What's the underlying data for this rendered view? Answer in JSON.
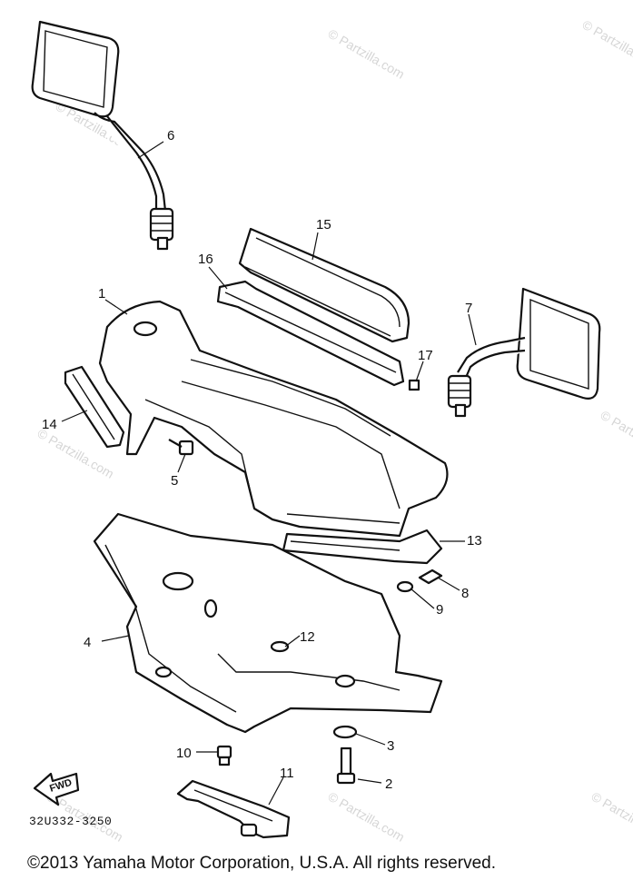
{
  "diagram": {
    "callouts": [
      "1",
      "2",
      "3",
      "4",
      "5",
      "6",
      "7",
      "8",
      "9",
      "10",
      "11",
      "12",
      "13",
      "14",
      "15",
      "16",
      "17"
    ],
    "watermark": "© Partzilla.com",
    "direction_label": "FWD",
    "part_number": "32U332-3250",
    "copyright": "©2013  Yamaha Motor Corporation, U.S.A. All rights reserved."
  }
}
